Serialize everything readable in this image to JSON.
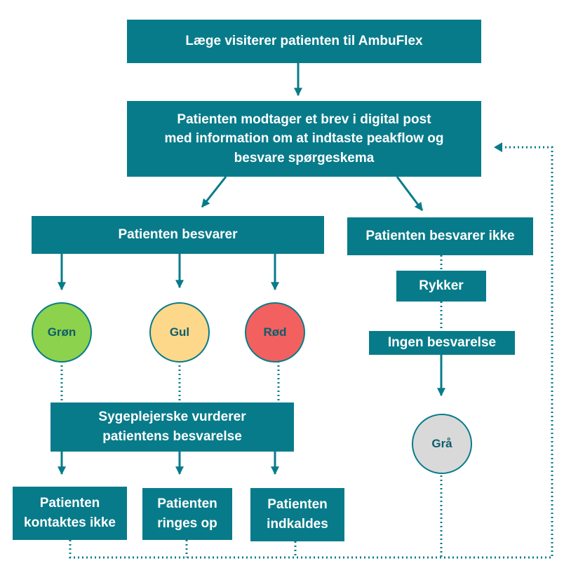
{
  "colors": {
    "box": "#087b8a",
    "text": "#ffffff",
    "connector": "#087b8a",
    "green": "#8cd24c",
    "yellow": "#fdd88a",
    "red": "#f2615f",
    "grey": "#d9d9d9",
    "circle_text": "#0e5d6b"
  },
  "nodes": {
    "referral": "Læge visiterer patienten til AmbuFlex",
    "letter": "Patienten modtager et brev i digital post\nmed information om at indtaste peakflow og\nbesvare spørgeskema",
    "responds": "Patienten besvarer",
    "no_response": "Patienten besvarer ikke",
    "reminder": "Rykker",
    "no_answer": "Ingen besvarelse",
    "green": "Grøn",
    "yellow": "Gul",
    "red": "Rød",
    "grey": "Grå",
    "nurse": "Sygeplejerske vurderer\npatientens besvarelse",
    "not_contacted": "Patienten\nkontaktes ikke",
    "called": "Patienten\nringes op",
    "summoned": "Patienten\nindkaldes"
  }
}
